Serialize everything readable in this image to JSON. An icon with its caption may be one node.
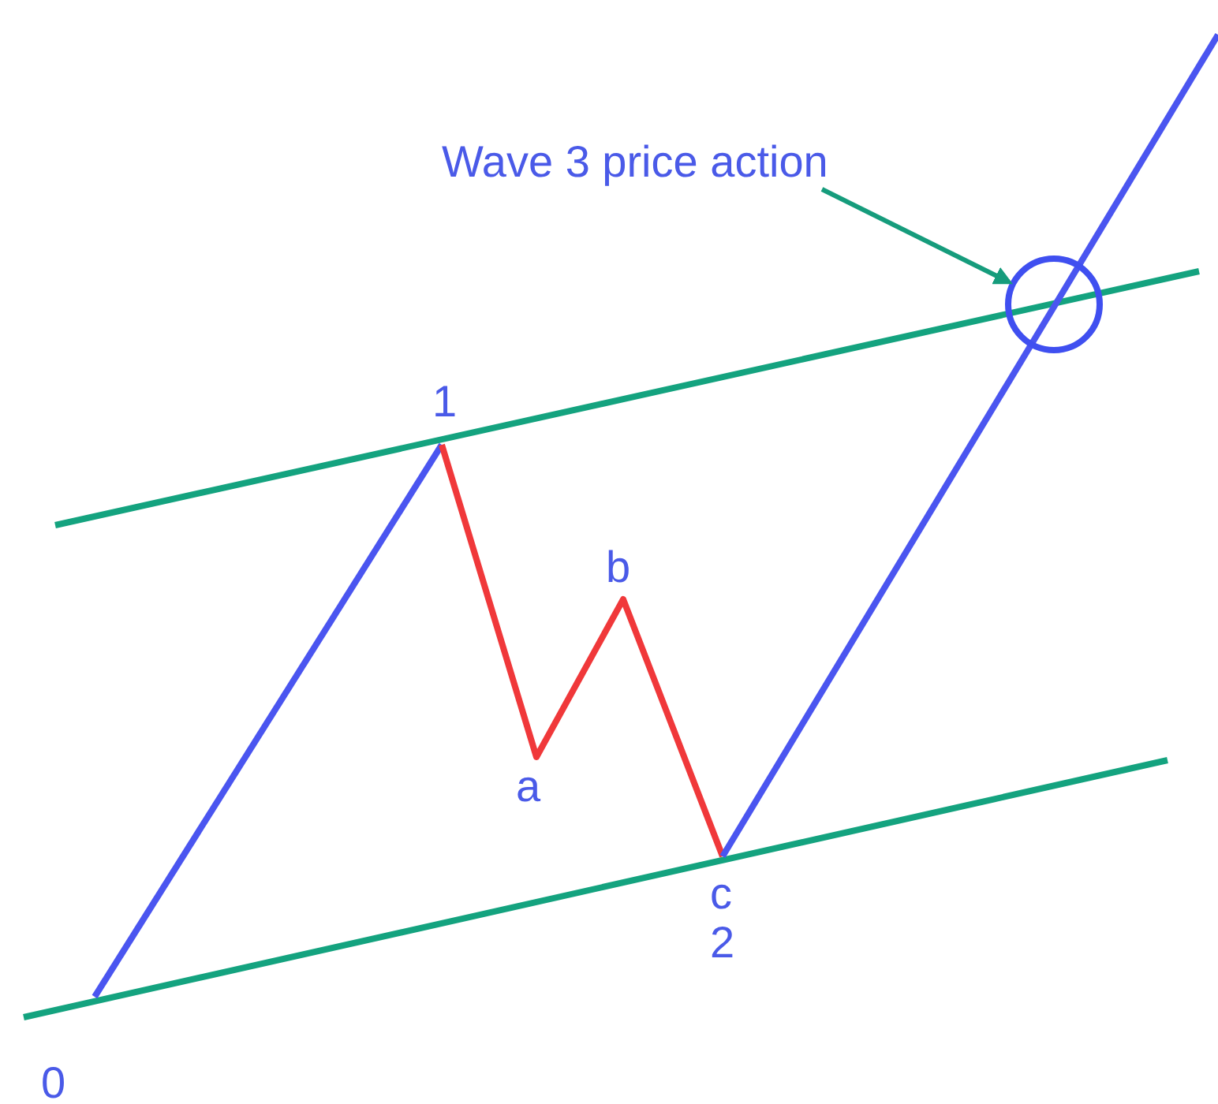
{
  "diagram": {
    "nodes": [
      {
        "text": [
          "Wave 3 price action"
        ]
      },
      {
        "text": [],
        "shape": "circle"
      }
    ],
    "edges": [
      {
        "from": 0,
        "to": 1,
        "arrow": "to",
        "color": "#169c7c"
      }
    ],
    "labels": [
      "1",
      "b",
      "a",
      "c",
      "2",
      "0"
    ]
  }
}
